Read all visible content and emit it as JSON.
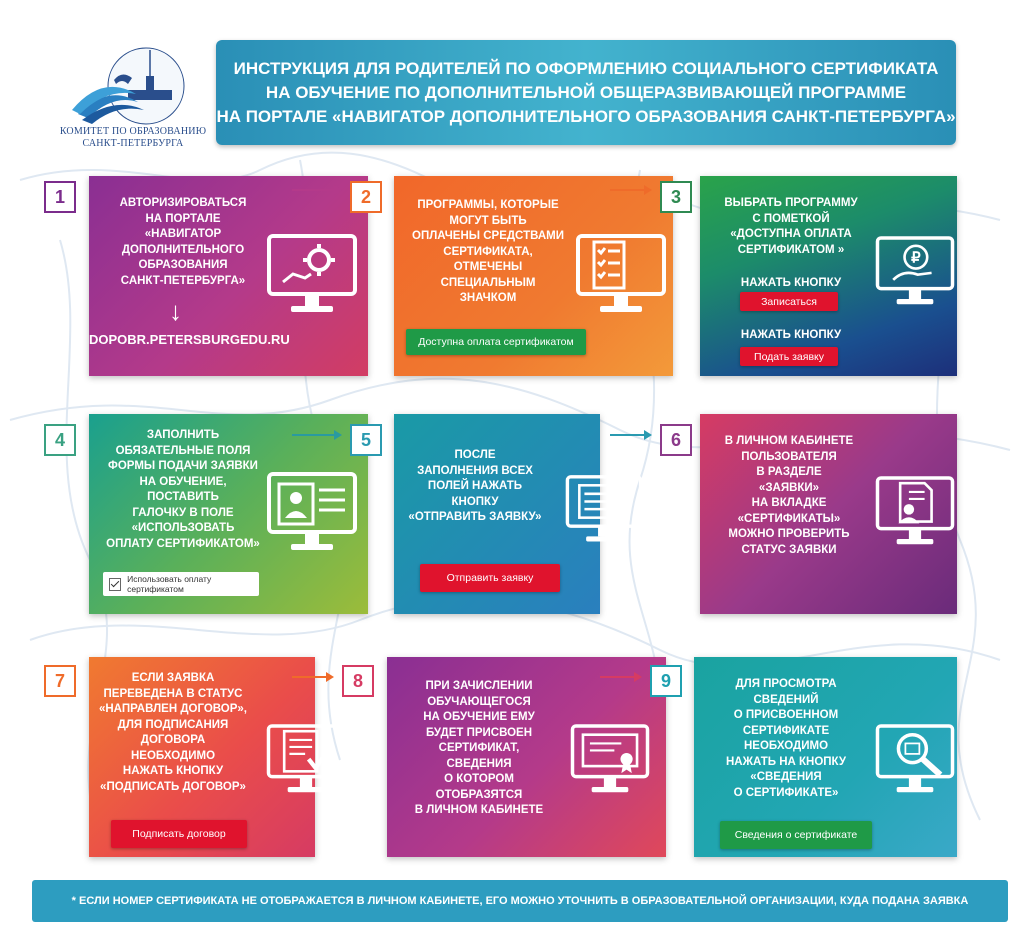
{
  "logo": {
    "line1": "КОМИТЕТ ПО ОБРАЗОВАНИЮ",
    "line2": "САНКТ-ПЕТЕРБУРГА"
  },
  "header": {
    "lines": [
      "ИНСТРУКЦИЯ ДЛЯ РОДИТЕЛЕЙ ПО ОФОРМЛЕНИЮ СОЦИАЛЬНОГО СЕРТИФИКАТА",
      "НА ОБУЧЕНИЕ ПО ДОПОЛНИТЕЛЬНОЙ ОБЩЕРАЗВИВАЮЩЕЙ ПРОГРАММЕ",
      "НА ПОРТАЛЕ «НАВИГАТОР ДОПОЛНИТЕЛЬНОГО ОБРАЗОВАНИЯ САНКТ-ПЕТЕРБУРГА»"
    ]
  },
  "colors": {
    "purple": "#7b2c8c",
    "orange": "#ef6b2a",
    "teal": "#1f9aa8",
    "green": "#4aa23a",
    "red": "#e0132d",
    "button_green": "#1f9a47",
    "header_blue": "#2a8fb6"
  },
  "steps": [
    {
      "num": "1",
      "lines": [
        "АВТОРИЗИРОВАТЬСЯ",
        "НА ПОРТАЛЕ",
        "«НАВИГАТОР",
        "ДОПОЛНИТЕЛЬНОГО",
        "ОБРАЗОВАНИЯ",
        "САНКТ-ПЕТЕРБУРГА»"
      ],
      "arrow_down": "↓",
      "url": "DOPOBR.PETERSBURGEDU.RU",
      "icon": "monitor-gear-icon"
    },
    {
      "num": "2",
      "lines": [
        "ПРОГРАММЫ, КОТОРЫЕ",
        "МОГУТ БЫТЬ",
        "ОПЛАЧЕНЫ СРЕДСТВАМИ",
        "СЕРТИФИКАТА,",
        "ОТМЕЧЕНЫ",
        "СПЕЦИАЛЬНЫМ",
        "ЗНАЧКОМ"
      ],
      "button": "Доступна оплата сертификатом",
      "icon": "monitor-checklist-icon"
    },
    {
      "num": "3",
      "lines": [
        "ВЫБРАТЬ ПРОГРАММУ",
        "С ПОМЕТКОЙ",
        "«ДОСТУПНА ОПЛАТА",
        "СЕРТИФИКАТОМ »"
      ],
      "sub1": "НАЖАТЬ КНОПКУ",
      "button1": "Записаться",
      "sub2": "НАЖАТЬ КНОПКУ",
      "button2": "Подать заявку",
      "icon": "monitor-ruble-icon"
    },
    {
      "num": "4",
      "lines": [
        "ЗАПОЛНИТЬ",
        "ОБЯЗАТЕЛЬНЫЕ ПОЛЯ",
        "ФОРМЫ ПОДАЧИ ЗАЯВКИ",
        "НА ОБУЧЕНИЕ,",
        "ПОСТАВИТЬ",
        "ГАЛОЧКУ В ПОЛЕ",
        "«ИСПОЛЬЗОВАТЬ",
        "ОПЛАТУ СЕРТИФИКАТОМ»"
      ],
      "checkbox_label": "Использовать оплату сертификатом",
      "icon": "monitor-form-icon"
    },
    {
      "num": "5",
      "lines": [
        "ПОСЛЕ",
        "ЗАПОЛНЕНИЯ ВСЕХ",
        "ПОЛЕЙ НАЖАТЬ",
        "КНОПКУ",
        "«ОТПРАВИТЬ ЗАЯВКУ»"
      ],
      "button": "Отправить заявку",
      "icon": "monitor-cursor-icon"
    },
    {
      "num": "6",
      "lines": [
        "В ЛИЧНОМ КАБИНЕТЕ",
        "ПОЛЬЗОВАТЕЛЯ",
        "В РАЗДЕЛЕ",
        "«ЗАЯВКИ»",
        "НА ВКЛАДКЕ",
        "«СЕРТИФИКАТЫ»",
        "МОЖНО ПРОВЕРИТЬ",
        "СТАТУС ЗАЯВКИ"
      ],
      "icon": "monitor-profile-icon"
    },
    {
      "num": "7",
      "lines": [
        "ЕСЛИ ЗАЯВКА",
        "ПЕРЕВЕДЕНА В СТАТУС",
        "«НАПРАВЛЕН ДОГОВОР»,",
        "ДЛЯ ПОДПИСАНИЯ",
        "ДОГОВОРА",
        "НЕОБХОДИМО",
        "НАЖАТЬ КНОПКУ",
        "«ПОДПИСАТЬ ДОГОВОР»"
      ],
      "button": "Подписать договор",
      "icon": "monitor-document-check-icon"
    },
    {
      "num": "8",
      "lines": [
        "ПРИ ЗАЧИСЛЕНИИ",
        "ОБУЧАЮЩЕГОСЯ",
        "НА ОБУЧЕНИЕ ЕМУ",
        "БУДЕТ ПРИСВОЕН",
        "СЕРТИФИКАТ,",
        "СВЕДЕНИЯ",
        "О КОТОРОМ",
        "ОТОБРАЗЯТСЯ",
        "В ЛИЧНОМ КАБИНЕТЕ"
      ],
      "icon": "monitor-certificate-icon"
    },
    {
      "num": "9",
      "lines": [
        "ДЛЯ ПРОСМОТРА",
        "СВЕДЕНИЙ",
        "О ПРИСВОЕННОМ",
        "СЕРТИФИКАТЕ",
        "НЕОБХОДИМО",
        "НАЖАТЬ НА КНОПКУ",
        "«СВЕДЕНИЯ",
        "О СЕРТИФИКАТЕ»"
      ],
      "button": "Сведения о сертификате",
      "icon": "monitor-magnifier-icon"
    }
  ],
  "asterisk": "*",
  "footer": "* ЕСЛИ НОМЕР СЕРТИФИКАТА НЕ ОТОБРАЖАЕТСЯ В ЛИЧНОМ КАБИНЕТЕ, ЕГО МОЖНО УТОЧНИТЬ В ОБРАЗОВАТЕЛЬНОЙ ОРГАНИЗАЦИИ, КУДА ПОДАНА ЗАЯВКА"
}
